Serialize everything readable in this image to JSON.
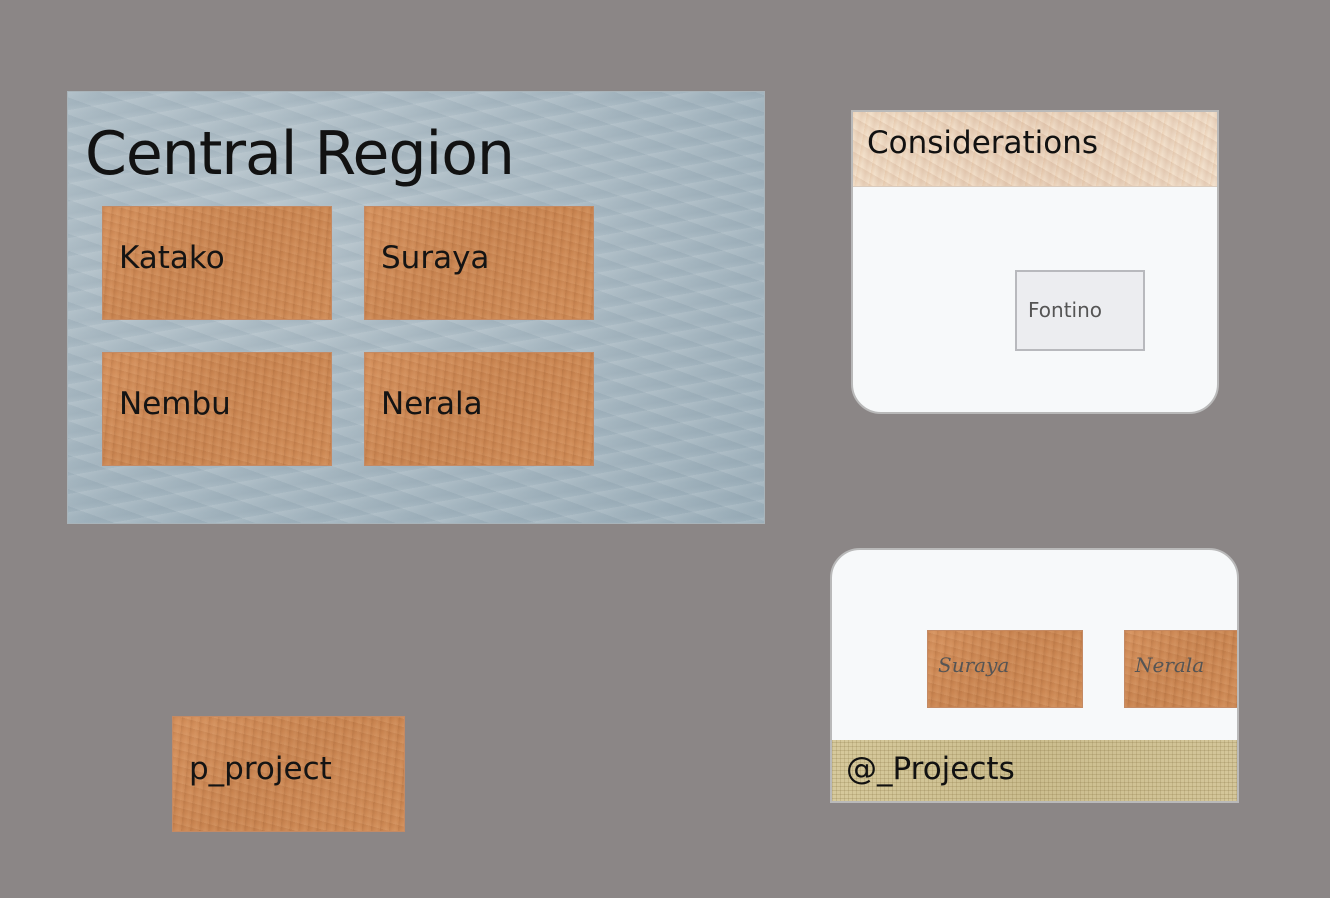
{
  "central_region": {
    "title": "Central Region",
    "tiles": [
      {
        "label": "Katako"
      },
      {
        "label": "Suraya"
      },
      {
        "label": "Nembu"
      },
      {
        "label": "Nerala"
      }
    ]
  },
  "considerations_panel": {
    "title": "Considerations",
    "items": [
      {
        "label": "Fontino"
      }
    ]
  },
  "projects_panel": {
    "title": "@_Projects",
    "items": [
      {
        "label": "Suraya"
      },
      {
        "label": "Nerala"
      }
    ]
  },
  "standalone_tile": {
    "label": "p_project"
  },
  "colors": {
    "background": "#8b8686",
    "tile_copper": "#cd8a55",
    "panel_white": "#f7f9fa",
    "region_water": "#a9b9c3"
  }
}
